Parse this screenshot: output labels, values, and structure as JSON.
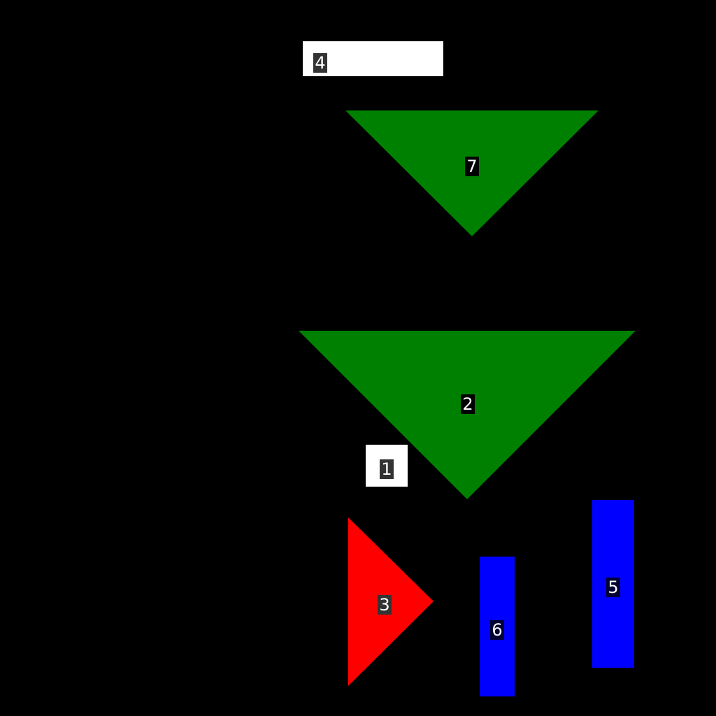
{
  "shapes": [
    {
      "id": "shape-4",
      "label": "4",
      "kind": "rectangle",
      "color": "#ffffff",
      "label_bg": "#333333"
    },
    {
      "id": "shape-7",
      "label": "7",
      "kind": "triangle-down",
      "color": "#008000",
      "label_bg": "#000000"
    },
    {
      "id": "shape-2",
      "label": "2",
      "kind": "triangle-down",
      "color": "#008000",
      "label_bg": "#000000"
    },
    {
      "id": "shape-1",
      "label": "1",
      "kind": "square",
      "color": "#ffffff",
      "label_bg": "#333333"
    },
    {
      "id": "shape-3",
      "label": "3",
      "kind": "triangle-right",
      "color": "#ff0000",
      "label_bg": "#333333"
    },
    {
      "id": "shape-6",
      "label": "6",
      "kind": "rectangle",
      "color": "#0000ff",
      "label_bg": "#000033"
    },
    {
      "id": "shape-5",
      "label": "5",
      "kind": "rectangle",
      "color": "#0000ff",
      "label_bg": "#000033"
    }
  ]
}
